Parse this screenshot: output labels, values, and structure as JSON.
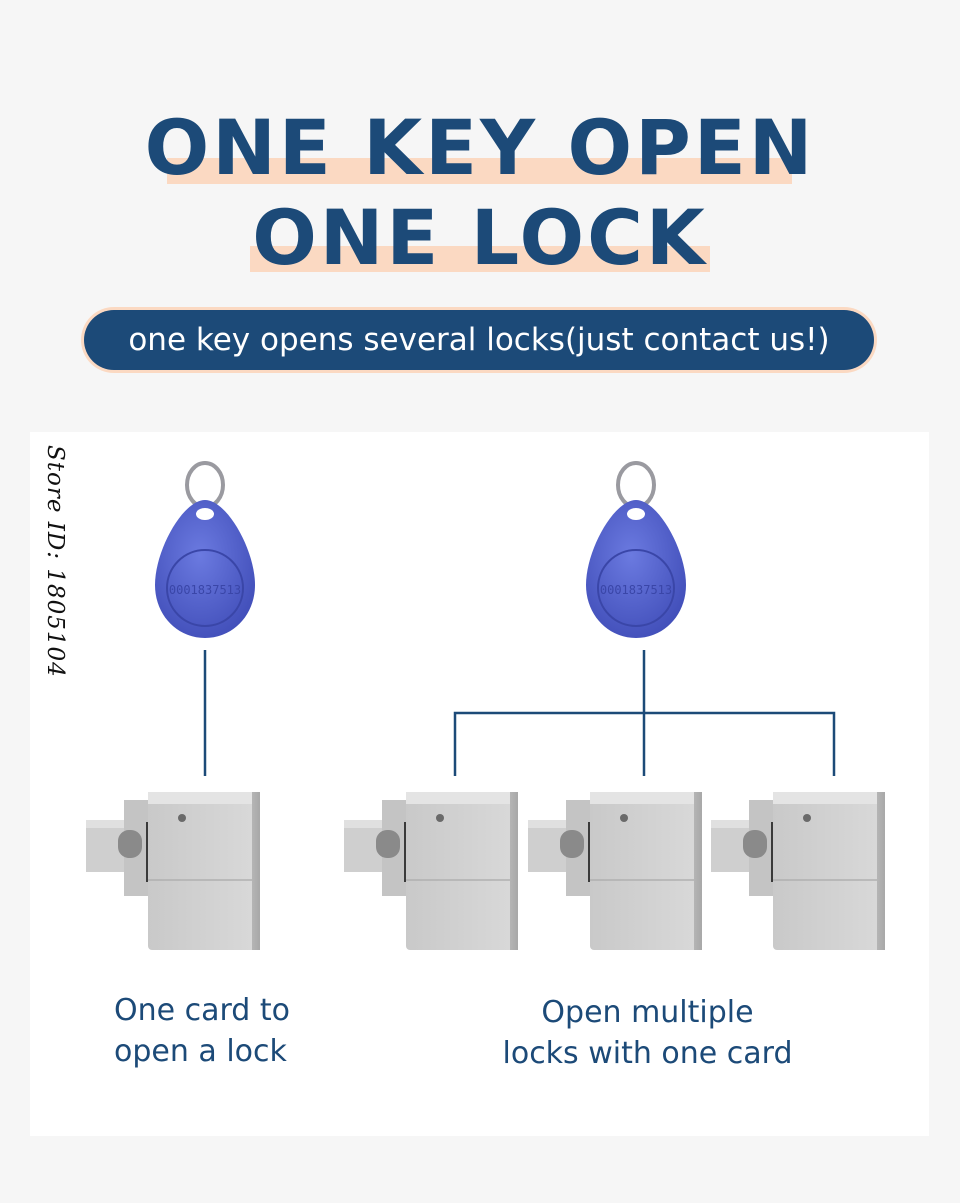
{
  "headline": {
    "line1": "ONE KEY OPEN",
    "line2": "ONE LOCK"
  },
  "subtitle": "one key opens several locks(just contact us!)",
  "store_id": "Store ID: 1805104",
  "fob_left_text": "0001837513",
  "fob_right_text": "0001837513",
  "captions": {
    "single_line1": "One card to",
    "single_line2": "open a lock",
    "multi_line1": "Open multiple",
    "multi_line2": "locks with one card"
  },
  "colors": {
    "navy": "#1c4a78",
    "peach_highlight": "#fbd9c2",
    "fob_blue": "#4f5fcc",
    "lock_grey": "#d4d4d4"
  }
}
